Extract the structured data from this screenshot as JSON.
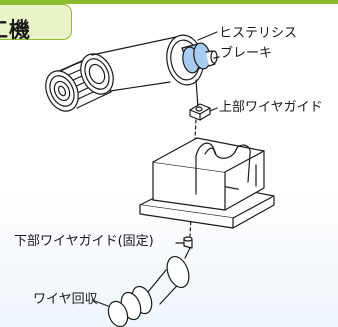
{
  "title": "工機",
  "labels": {
    "hysteresis_brake_line1": "ヒステリシス",
    "hysteresis_brake_line2": "ブレーキ",
    "upper_wire_guide": "上部ワイヤガイド",
    "lower_wire_guide_fixed": "下部ワイヤガイド(固定)",
    "wire_collection": "ワイヤ回収"
  },
  "colors": {
    "title_tab_fill": "#e9f3c8",
    "title_tab_border": "#8dbb2e",
    "brake_blue": "#a9cdf0",
    "line": "#1a1a1a"
  }
}
